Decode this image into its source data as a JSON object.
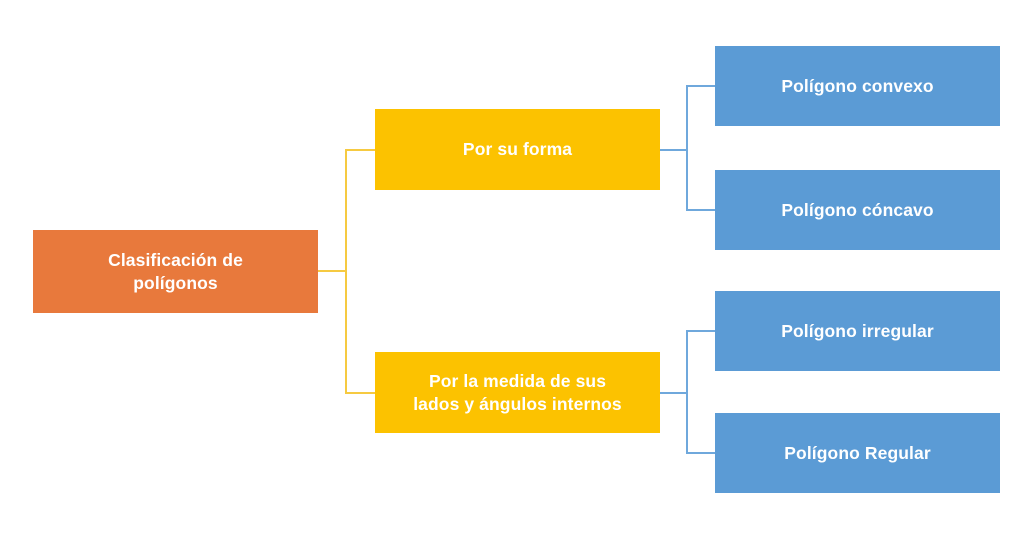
{
  "diagram": {
    "title": "Clasificación de polígonos",
    "colors": {
      "root": "#E8793C",
      "category": "#FCC200",
      "leaf": "#5B9BD5",
      "connector_yellow": "#F6CA41",
      "connector_blue": "#6FA8DC",
      "text": "#FFFFFF",
      "background": "#FFFFFF"
    },
    "root": {
      "label": "Clasificación de\npolígonos"
    },
    "categories": [
      {
        "label": "Por su forma",
        "leaves": [
          {
            "label": "Polígono convexo"
          },
          {
            "label": "Polígono cóncavo"
          }
        ]
      },
      {
        "label": "Por la medida de sus\nlados y ángulos internos",
        "leaves": [
          {
            "label": "Polígono irregular"
          },
          {
            "label": "Polígono Regular"
          }
        ]
      }
    ]
  }
}
